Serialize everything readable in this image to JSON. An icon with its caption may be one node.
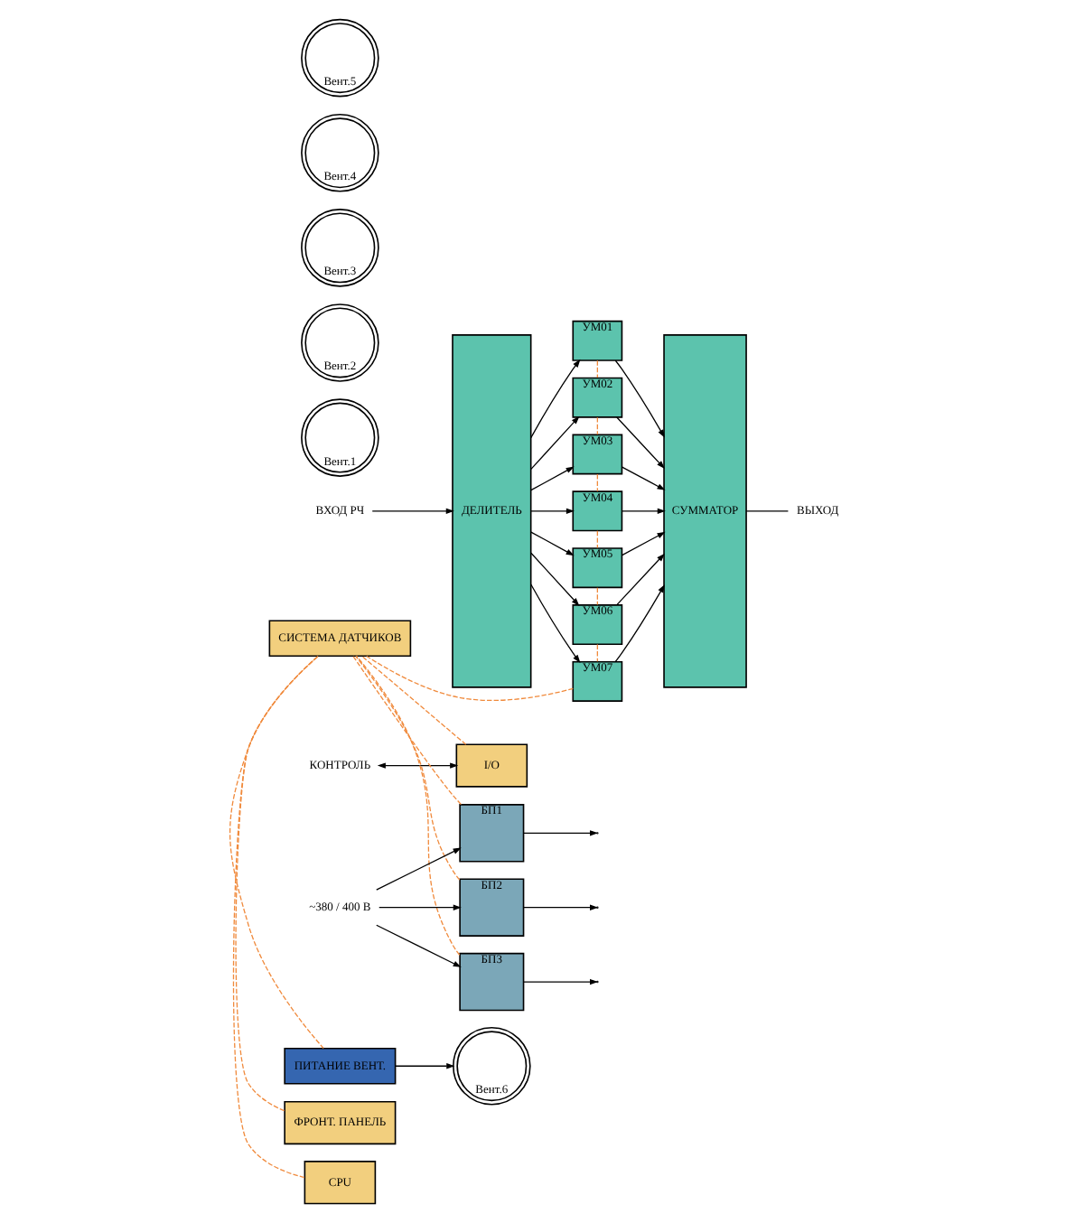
{
  "diagram": {
    "nodes": [
      {
        "text": [
          "ВХОД РЧ"
        ]
      },
      {
        "text": [
          "ДЕЛИТЕЛЬ"
        ]
      },
      {
        "text": [
          "УМ01"
        ]
      },
      {
        "text": [
          "УМ02"
        ]
      },
      {
        "text": [
          "УМ03"
        ]
      },
      {
        "text": [
          "УМ04"
        ]
      },
      {
        "text": [
          "УМ05"
        ]
      },
      {
        "text": [
          "УМ06"
        ]
      },
      {
        "text": [
          "УМ07"
        ]
      },
      {
        "text": [
          "СУММАТОР"
        ]
      },
      {
        "text": [
          "ВЫХОД"
        ]
      },
      {
        "text": [
          "ФРОНТ. ПАНЕЛЬ"
        ]
      },
      {
        "text": [
          "CPU"
        ]
      },
      {
        "text": [
          "I/O"
        ]
      },
      {
        "text": [
          "КОНТРОЛЬ"
        ]
      },
      {
        "text": [
          "БП1"
        ]
      },
      {
        "text": [
          "БП2"
        ]
      },
      {
        "text": [
          "БП3"
        ]
      },
      {
        "text": [
          "~380 / 400 В"
        ]
      },
      {
        "text": [
          "СИСТЕМА ДАТЧИКОВ"
        ]
      },
      {
        "text": [
          "ПИТАНИЕ ВЕНТ."
        ]
      },
      {
        "text": [
          "Вент.1"
        ]
      },
      {
        "text": [
          "Вент.2"
        ]
      },
      {
        "text": [
          "Вент.3"
        ]
      },
      {
        "text": [
          "Вент.4"
        ]
      },
      {
        "text": [
          "Вент.5"
        ]
      },
      {
        "text": [
          "Вент.6"
        ]
      }
    ],
    "edges": [
      {
        "from": 0,
        "to": 1,
        "arrow": "to"
      },
      {
        "from": 1,
        "to": 2,
        "arrow": "to"
      },
      {
        "from": 1,
        "to": 3,
        "arrow": "to"
      },
      {
        "from": 1,
        "to": 4,
        "arrow": "to"
      },
      {
        "from": 1,
        "to": 5,
        "arrow": "to"
      },
      {
        "from": 1,
        "to": 6,
        "arrow": "to"
      },
      {
        "from": 1,
        "to": 7,
        "arrow": "to"
      },
      {
        "from": 1,
        "to": 8,
        "arrow": "to"
      },
      {
        "from": 2,
        "to": 9,
        "arrow": "to"
      },
      {
        "from": 3,
        "to": 9,
        "arrow": "to"
      },
      {
        "from": 4,
        "to": 9,
        "arrow": "to"
      },
      {
        "from": 5,
        "to": 9,
        "arrow": "to"
      },
      {
        "from": 6,
        "to": 9,
        "arrow": "to"
      },
      {
        "from": 7,
        "to": 9,
        "arrow": "to"
      },
      {
        "from": 8,
        "to": 9,
        "arrow": "to"
      },
      {
        "from": 9,
        "to": 10,
        "arrow": "none"
      },
      {
        "from": 14,
        "to": 13,
        "arrow": "both"
      },
      {
        "from": 18,
        "to": 15,
        "arrow": "to"
      },
      {
        "from": 18,
        "to": 16,
        "arrow": "to"
      },
      {
        "from": 18,
        "to": 17,
        "arrow": "to"
      },
      {
        "from": 15,
        "to": null,
        "arrow": "to"
      },
      {
        "from": 16,
        "to": null,
        "arrow": "to"
      },
      {
        "from": 17,
        "to": null,
        "arrow": "to"
      },
      {
        "from": 20,
        "to": 26,
        "arrow": "to"
      },
      {
        "from": 2,
        "to": 3,
        "arrow": "none",
        "style": "dashed",
        "color": "#f08a3c"
      },
      {
        "from": 3,
        "to": 4,
        "arrow": "none",
        "style": "dashed",
        "color": "#f08a3c"
      },
      {
        "from": 4,
        "to": 5,
        "arrow": "none",
        "style": "dashed",
        "color": "#f08a3c"
      },
      {
        "from": 5,
        "to": 6,
        "arrow": "none",
        "style": "dashed",
        "color": "#f08a3c"
      },
      {
        "from": 6,
        "to": 7,
        "arrow": "none",
        "style": "dashed",
        "color": "#f08a3c"
      },
      {
        "from": 7,
        "to": 8,
        "arrow": "none",
        "style": "dashed",
        "color": "#f08a3c"
      },
      {
        "from": 8,
        "to": 19,
        "arrow": "none",
        "style": "dashed",
        "color": "#f08a3c"
      },
      {
        "from": 11,
        "to": 19,
        "arrow": "none",
        "style": "dashed",
        "color": "#f08a3c"
      },
      {
        "from": 12,
        "to": 19,
        "arrow": "none",
        "style": "dashed",
        "color": "#f08a3c"
      },
      {
        "from": 13,
        "to": 19,
        "arrow": "none",
        "style": "dashed",
        "color": "#f08a3c"
      },
      {
        "from": 15,
        "to": 19,
        "arrow": "none",
        "style": "dashed",
        "color": "#f08a3c"
      },
      {
        "from": 16,
        "to": 19,
        "arrow": "none",
        "style": "dashed",
        "color": "#f08a3c"
      },
      {
        "from": 17,
        "to": 19,
        "arrow": "none",
        "style": "dashed",
        "color": "#f08a3c"
      },
      {
        "from": 19,
        "to": 20,
        "arrow": "none",
        "style": "dashed",
        "color": "#f08a3c"
      }
    ]
  }
}
